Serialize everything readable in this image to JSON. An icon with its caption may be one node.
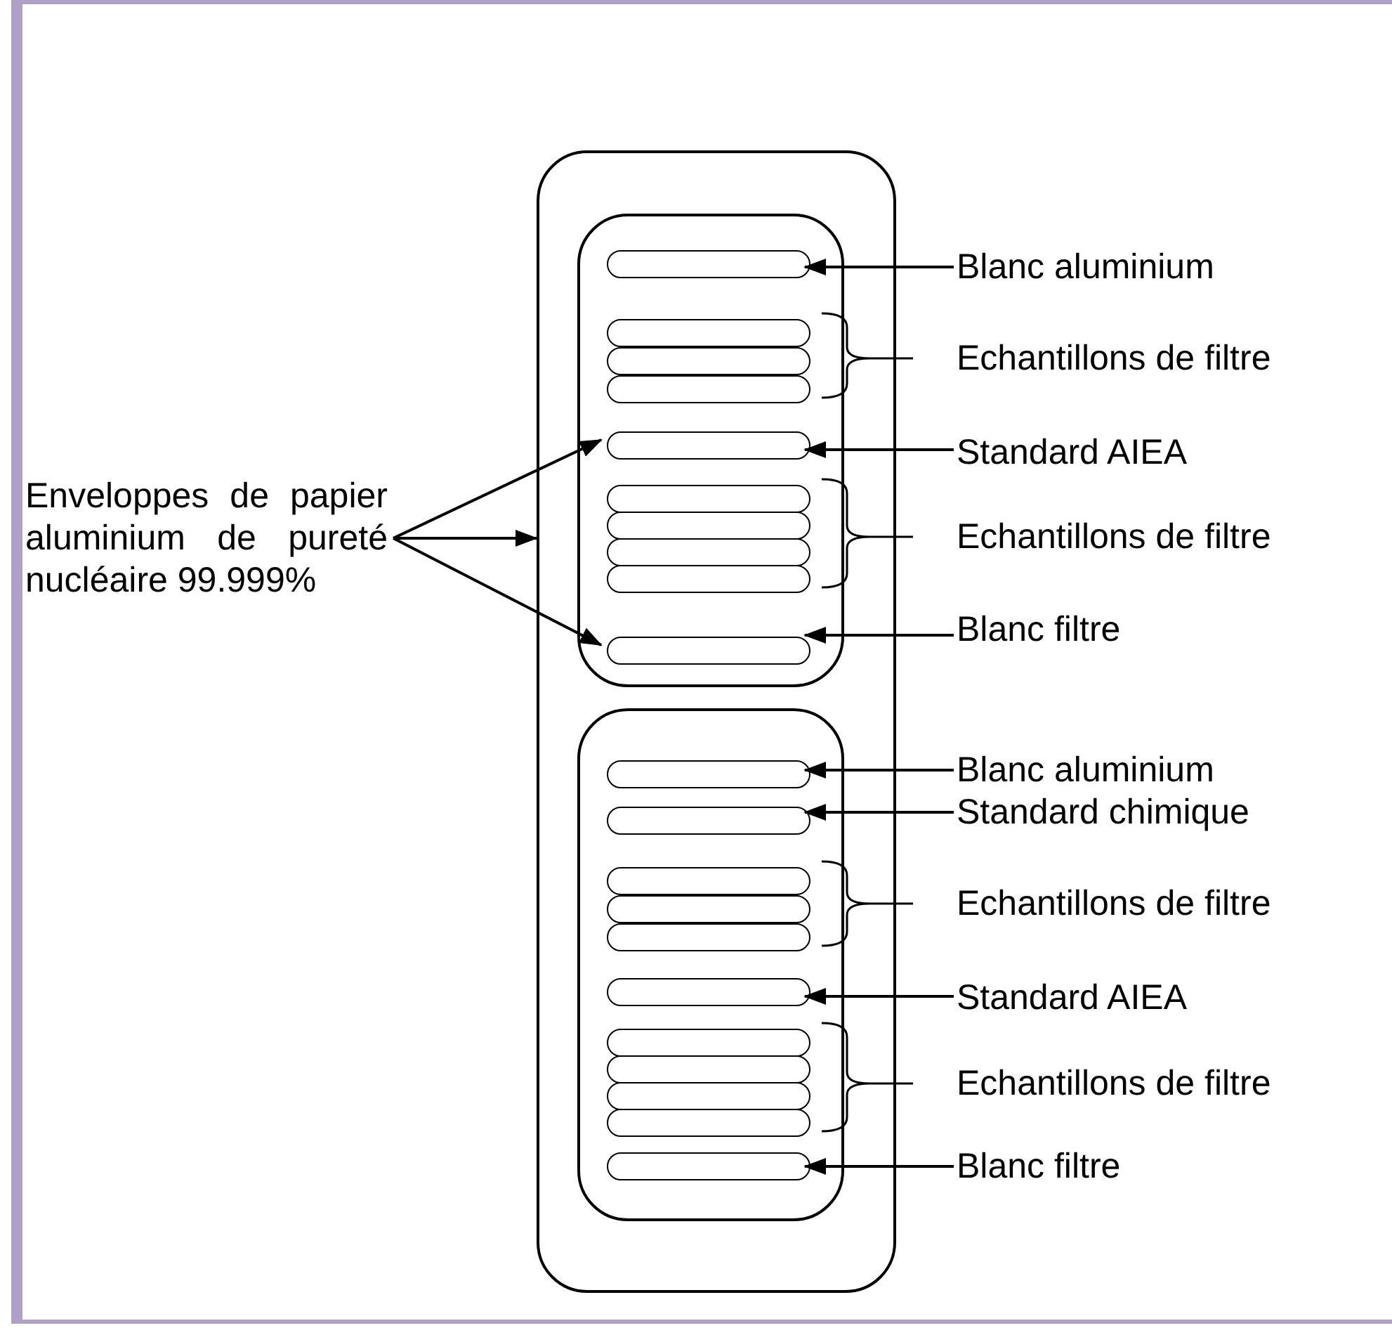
{
  "diagram": {
    "nodes": [
      {
        "text": [],
        "shape": "box"
      },
      {
        "text": [],
        "shape": "box",
        "in": 0
      },
      {
        "text": [],
        "shape": "ellipse",
        "in": 1
      },
      {
        "text": [],
        "shape": "ellipse",
        "in": 1
      },
      {
        "text": [],
        "shape": "ellipse",
        "in": 1
      },
      {
        "text": [],
        "shape": "ellipse",
        "in": 1
      },
      {
        "text": [],
        "shape": "ellipse",
        "in": 1
      },
      {
        "text": [],
        "shape": "ellipse",
        "in": 1
      },
      {
        "text": [],
        "shape": "ellipse",
        "in": 1
      },
      {
        "text": [],
        "shape": "ellipse",
        "in": 1
      },
      {
        "text": [],
        "shape": "ellipse",
        "in": 1
      },
      {
        "text": [],
        "shape": "ellipse",
        "in": 1
      },
      {
        "text": [],
        "shape": "box",
        "in": 0
      },
      {
        "text": [],
        "shape": "ellipse",
        "in": 12
      },
      {
        "text": [],
        "shape": "ellipse",
        "in": 12
      },
      {
        "text": [],
        "shape": "ellipse",
        "in": 12
      },
      {
        "text": [],
        "shape": "ellipse",
        "in": 12
      },
      {
        "text": [],
        "shape": "ellipse",
        "in": 12
      },
      {
        "text": [],
        "shape": "ellipse",
        "in": 12
      },
      {
        "text": [],
        "shape": "ellipse",
        "in": 12
      },
      {
        "text": [],
        "shape": "ellipse",
        "in": 12
      },
      {
        "text": [],
        "shape": "ellipse",
        "in": 12
      },
      {
        "text": [],
        "shape": "ellipse",
        "in": 12
      },
      {
        "text": [],
        "shape": "ellipse",
        "in": 12
      },
      {
        "text": [
          "Enveloppes de papier aluminium de pureté nucléaire 99.999%"
        ]
      },
      {
        "text": [
          "Blanc aluminium"
        ]
      },
      {
        "text": [
          "Standard AIEA"
        ]
      },
      {
        "text": [
          "Blanc filtre"
        ]
      },
      {
        "text": [
          "Blanc aluminium"
        ]
      },
      {
        "text": [
          "Standard chimique"
        ]
      },
      {
        "text": [
          "Standard AIEA"
        ]
      },
      {
        "text": [
          "Blanc filtre"
        ]
      }
    ],
    "edges": [
      {
        "from": 24,
        "to": 6,
        "arrow": "to"
      },
      {
        "from": 24,
        "to": 0,
        "arrow": "to"
      },
      {
        "from": 24,
        "to": 11,
        "arrow": "to"
      },
      {
        "from": 25,
        "to": 2,
        "arrow": "to"
      },
      {
        "from": 26,
        "to": 6,
        "arrow": "to"
      },
      {
        "from": 27,
        "to": 11,
        "arrow": "to"
      },
      {
        "from": 28,
        "to": 13,
        "arrow": "to"
      },
      {
        "from": 29,
        "to": 14,
        "arrow": "to"
      },
      {
        "from": 30,
        "to": 18,
        "arrow": "to"
      },
      {
        "from": 31,
        "to": 23,
        "arrow": "to"
      }
    ],
    "labels": [
      "Echantillons de filtre",
      "Echantillons de filtre",
      "Echantillons de filtre",
      "Echantillons de filtre"
    ]
  }
}
